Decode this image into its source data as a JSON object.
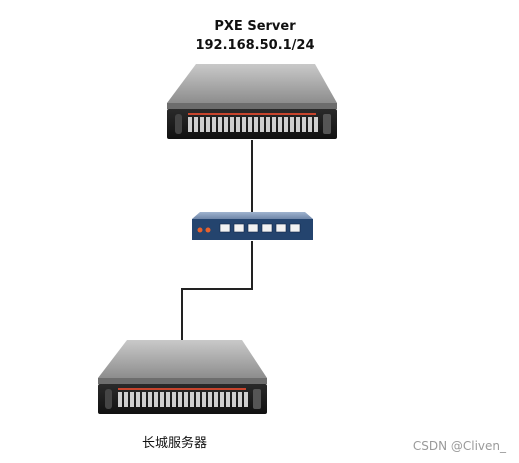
{
  "pxe_server": {
    "title": "PXE Server",
    "ip": "192.168.50.1/24",
    "icon": "rack-server-icon"
  },
  "switch": {
    "icon": "network-switch-icon"
  },
  "client": {
    "label": "长城服务器",
    "icon": "rack-server-icon"
  },
  "watermark": "CSDN @Cliven_",
  "colors": {
    "server_body": "#9a9a9a",
    "server_front": "#1c1c1c",
    "drive_led": "#c8452d",
    "switch_body": "#24446e",
    "switch_light": "#e8612c",
    "link_line": "#222222"
  }
}
